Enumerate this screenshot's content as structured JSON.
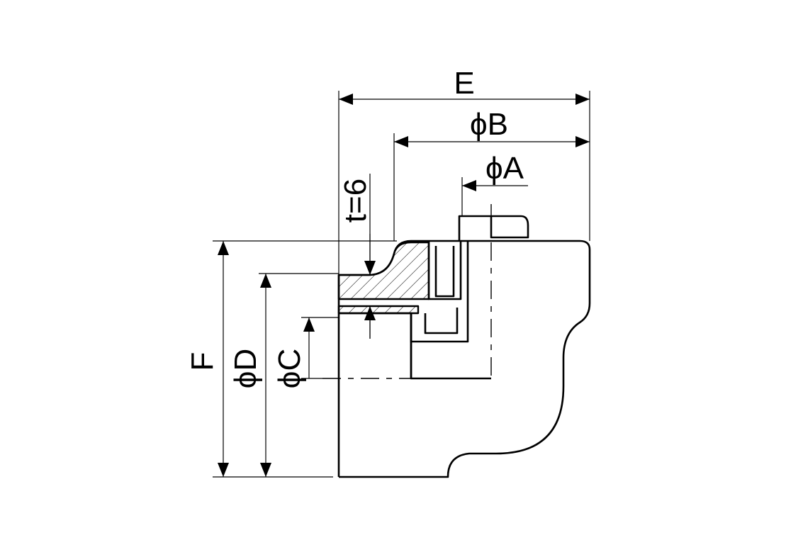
{
  "dimensions": {
    "E": "E",
    "phiB": "ϕB",
    "phiA": "ϕA",
    "t": "t=6",
    "F": "F",
    "phiD": "ϕD",
    "phiC": "ϕC"
  },
  "colors": {
    "line": "#000000",
    "background": "#ffffff"
  }
}
